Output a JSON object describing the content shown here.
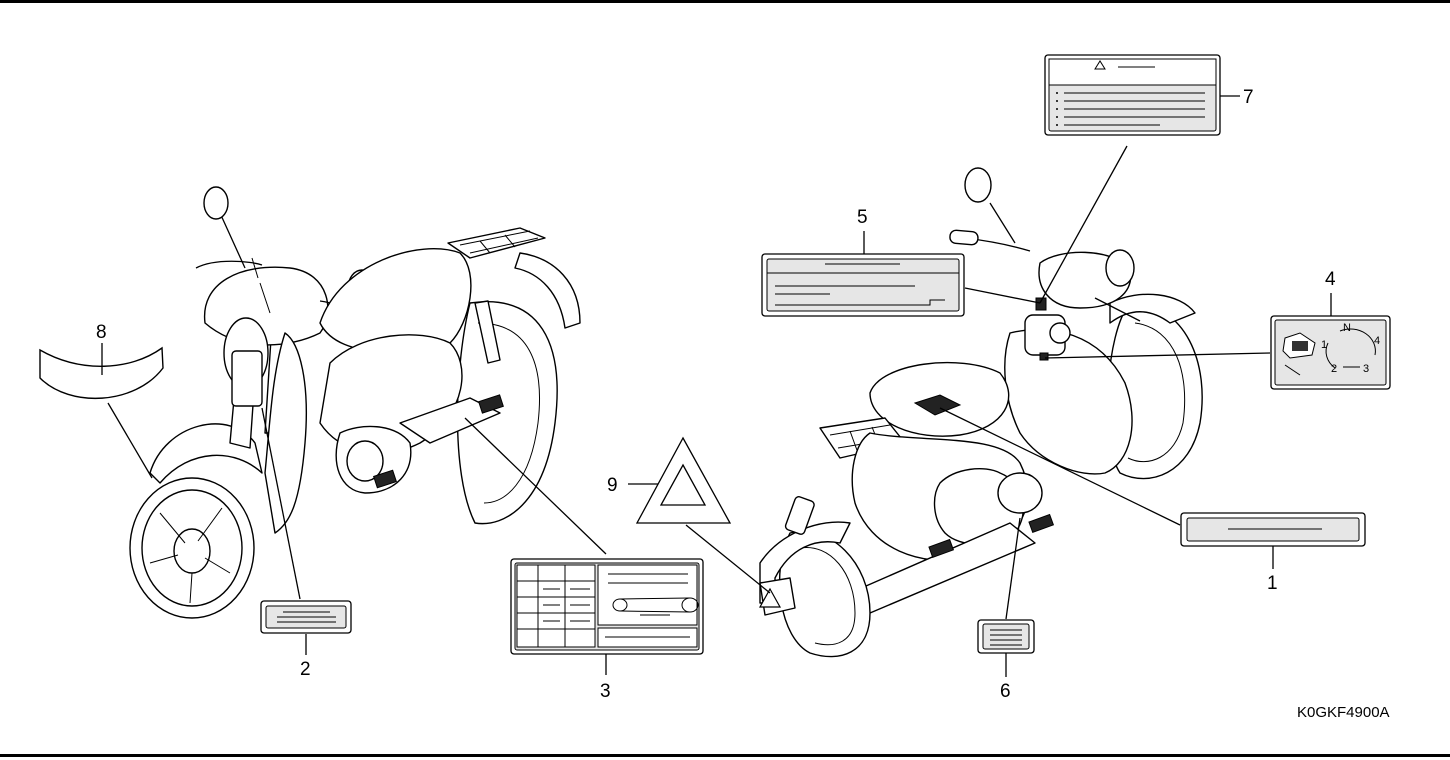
{
  "diagram": {
    "code": "K0GKF4900A",
    "callouts": {
      "c1": "1",
      "c2": "2",
      "c3": "3",
      "c4": "4",
      "c5": "5",
      "c6": "6",
      "c7": "7",
      "c8": "8",
      "c9": "9"
    },
    "gearshift_label": {
      "neutral": "N",
      "g1": "1",
      "g2": "2",
      "g3": "3",
      "g4": "4"
    }
  }
}
